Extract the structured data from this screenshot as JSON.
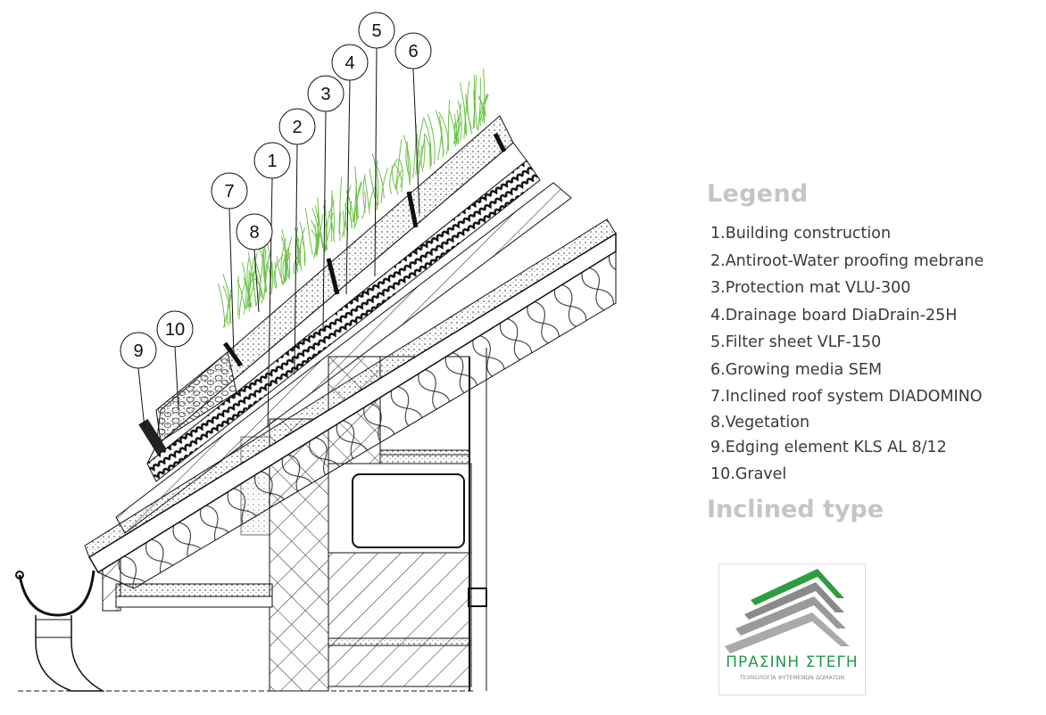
{
  "callouts": [
    "1",
    "2",
    "3",
    "4",
    "5",
    "6",
    "7",
    "8",
    "9",
    "10"
  ],
  "legend": {
    "title": "Legend",
    "items": [
      "1.Building construction",
      "2.Antiroot-Water proofing mebrane",
      "3.Protection mat VLU-300",
      "4.Drainage board DiaDrain-25H",
      "5.Filter sheet VLF-150",
      "6.Growing media SEM",
      "7.Inclined roof system DIADOMINO",
      "8.Vegetation",
      "9.Edging element KLS AL 8/12",
      "10.Gravel"
    ],
    "type_title": "Inclined type"
  },
  "logo": {
    "name": "ΠΡΑΣΙΝΗ ΣΤΕΓΗ",
    "subtitle": "ΤΕΧΝΟΛΟΓΙΑ ΦΥΤΕΜΕΝΩΝ ΔΩΜΑΤΩΝ"
  },
  "colors": {
    "vegetation": "#6cc24a",
    "legend_heading": "#c5c5c5",
    "logo_green": "#1f9a4a"
  }
}
